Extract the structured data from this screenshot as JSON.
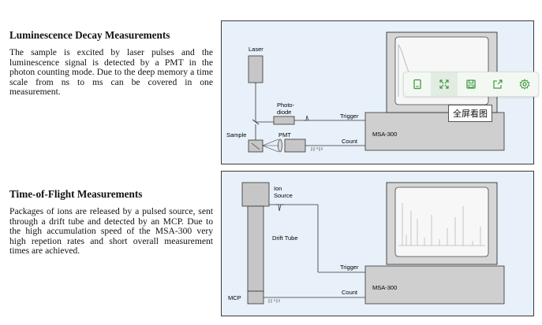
{
  "sections": [
    {
      "title": "Luminescence Decay Measurements",
      "body": "The sample is excited by laser pulses and the luminescence signal is detected by a PMT in the photon counting mode. Due to the deep memory a time scale from ns to ms can be covered in one measurement."
    },
    {
      "title": "Time-of-Flight Measurements",
      "body": "Packages of ions are released by a pulsed source, sent through a drift tube and detected by an MCP. Due to the high accumulation speed of the MSA-300 very high repetion rates and short overall measurement times are achieved."
    }
  ],
  "figure1": {
    "laser": "Laser",
    "photodiode_line1": "Photo-",
    "photodiode_line2": "diode",
    "trigger": "Trigger",
    "sample": "Sample",
    "pmt": "PMT",
    "count": "Count",
    "device": "MSA-300"
  },
  "figure2": {
    "ion_source_line1": "Ion",
    "ion_source_line2": "Source",
    "drift_tube": "Drift Tube",
    "trigger": "Trigger",
    "mcp": "MCP",
    "count": "Count",
    "device": "MSA-300"
  },
  "toolbar": {
    "buttons": [
      {
        "name": "fit-page",
        "icon": "page-icon"
      },
      {
        "name": "fullscreen",
        "icon": "expand-arrows-icon"
      },
      {
        "name": "save",
        "icon": "floppy-save-icon"
      },
      {
        "name": "share",
        "icon": "share-icon"
      },
      {
        "name": "settings",
        "icon": "gear-icon"
      }
    ],
    "tooltip": "全屏看图",
    "accent_color": "#3f9a3f"
  }
}
